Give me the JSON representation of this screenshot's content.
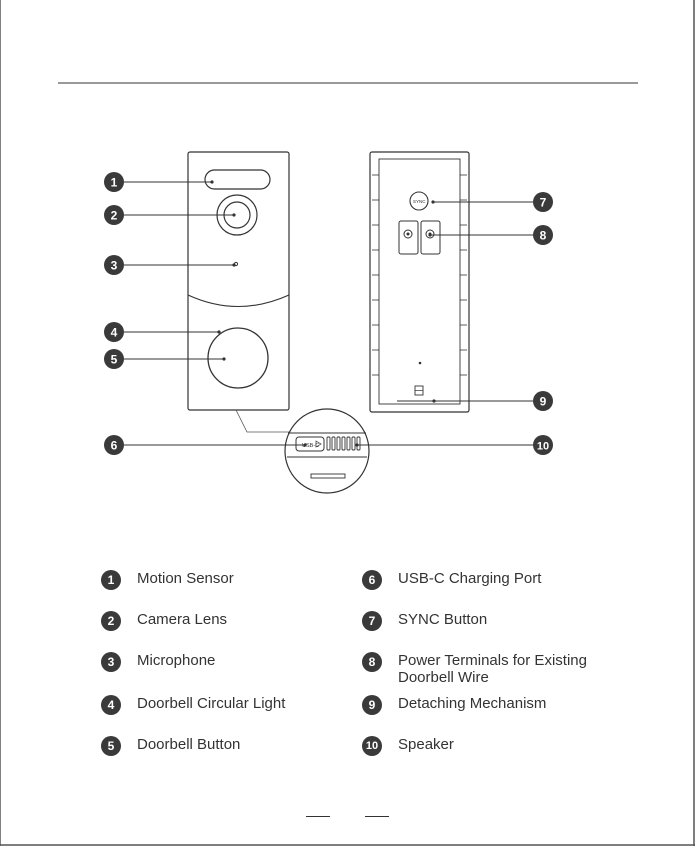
{
  "callouts": [
    {
      "num": "1"
    },
    {
      "num": "2"
    },
    {
      "num": "3"
    },
    {
      "num": "4"
    },
    {
      "num": "5"
    },
    {
      "num": "6"
    },
    {
      "num": "7"
    },
    {
      "num": "8"
    },
    {
      "num": "9"
    },
    {
      "num": "10"
    }
  ],
  "device": {
    "sync_text": "SYNC",
    "port_text": "USB-C"
  },
  "legend": {
    "left": [
      {
        "num": "1",
        "label": "Motion Sensor"
      },
      {
        "num": "2",
        "label": "Camera Lens"
      },
      {
        "num": "3",
        "label": "Microphone"
      },
      {
        "num": "4",
        "label": "Doorbell Circular Light"
      },
      {
        "num": "5",
        "label": "Doorbell Button"
      }
    ],
    "right": [
      {
        "num": "6",
        "label": "USB-C Charging Port"
      },
      {
        "num": "7",
        "label": "SYNC Button"
      },
      {
        "num": "8",
        "label": "Power Terminals for Existing Doorbell Wire"
      },
      {
        "num": "9",
        "label": "Detaching Mechanism"
      },
      {
        "num": "10",
        "label": "Speaker"
      }
    ]
  },
  "colors": {
    "badge": "#3a3a3a",
    "line": "#333333"
  }
}
